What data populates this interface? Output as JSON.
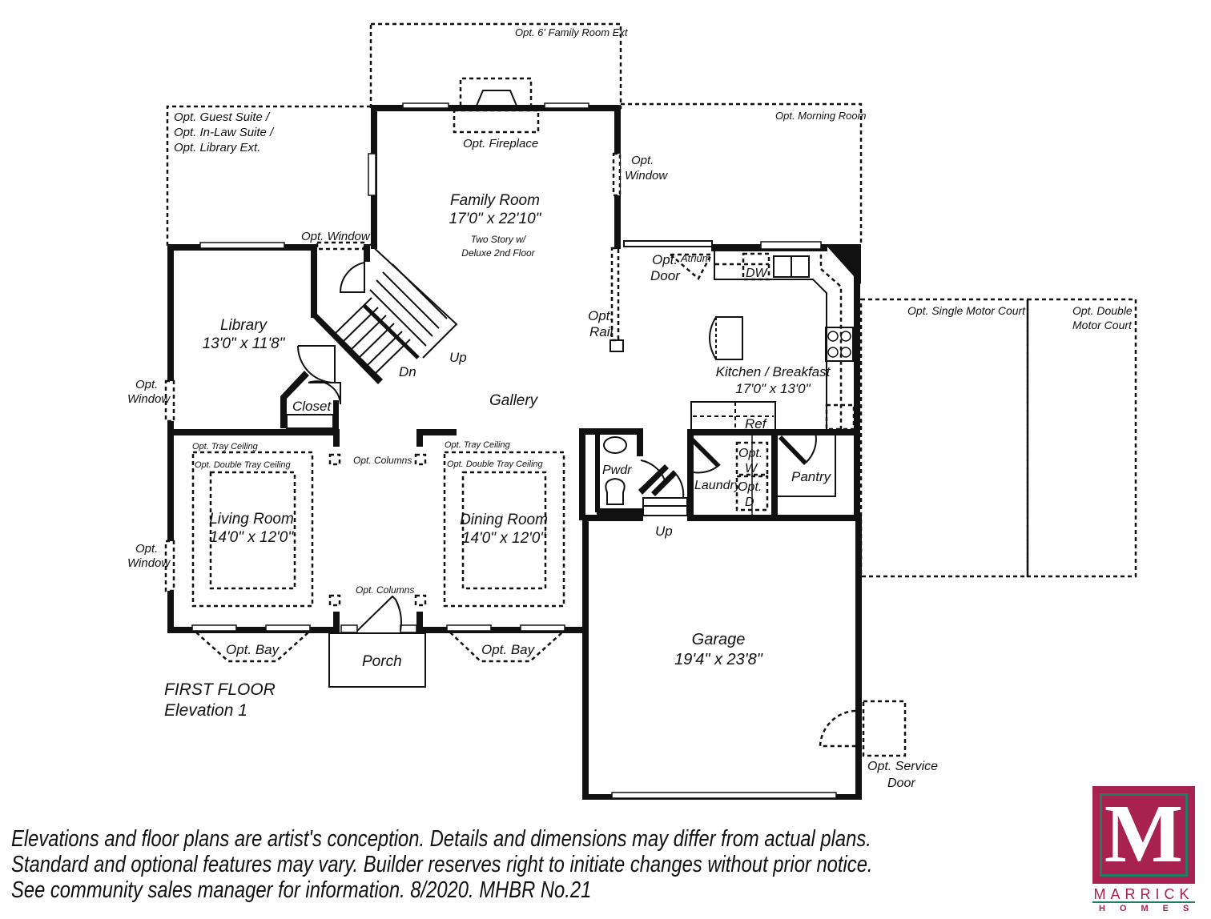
{
  "rooms": {
    "family_ext": "Opt. 6' Family Room  Ext",
    "guest_suite": [
      "Opt. Guest Suite /",
      "Opt. In-Law Suite /",
      "Opt. Library Ext."
    ],
    "fireplace": "Opt. Fireplace",
    "family_room": {
      "name": "Family Room",
      "dims": "17'0\" x 22'10\"",
      "note1": "Two Story w/",
      "note2": "Deluxe 2nd Floor"
    },
    "morning_room": "Opt. Morning Room",
    "opt_window_family": [
      "Opt.",
      "Window"
    ],
    "opt_window_top": "Opt. Window",
    "library": {
      "name": "Library",
      "dims": "13'0\" x 11'8\""
    },
    "opt_window_library": [
      "Opt.",
      "Window"
    ],
    "closet": "Closet",
    "stairs_up": "Up",
    "stairs_dn": "Dn",
    "gallery": "Gallery",
    "opt_rail": [
      "Opt.",
      "Rail"
    ],
    "opt_door": [
      "Opt.",
      "Door"
    ],
    "atrium": "Atrium",
    "dw": "DW",
    "kitchen": {
      "name": "Kitchen / Breakfast",
      "dims": "17'0\" x 13'0\""
    },
    "ref": "Ref",
    "single_motor_court": "Opt. Single Motor Court",
    "double_motor_court": [
      "Opt. Double",
      "Motor Court"
    ],
    "living_tray": "Opt. Tray Ceiling",
    "living_double_tray": "Opt. Double Tray Ceiling",
    "living_room": {
      "name": "Living Room",
      "dims": "14'0\" x 12'0\""
    },
    "opt_columns_top": "Opt. Columns",
    "opt_columns_bottom": "Opt. Columns",
    "dining_tray": "Opt. Tray Ceiling",
    "dining_double_tray": "Opt. Double Tray Ceiling",
    "dining_room": {
      "name": "Dining Room",
      "dims": "14'0\" x 12'0\""
    },
    "pwdr": "Pwdr",
    "garage_up": "Up",
    "laundry": "Laundry",
    "opt_w": [
      "Opt.",
      "W"
    ],
    "opt_d": [
      "Opt.",
      "D"
    ],
    "pantry": "Pantry",
    "opt_window_living": [
      "Opt.",
      "Window"
    ],
    "opt_bay_left": "Opt. Bay",
    "porch": "Porch",
    "opt_bay_right": "Opt. Bay",
    "garage": {
      "name": "Garage",
      "dims": "19'4\" x 23'8\""
    },
    "service_door": [
      "Opt.  Service",
      "Door"
    ]
  },
  "plan_title": [
    "FIRST FLOOR",
    "Elevation 1"
  ],
  "disclaimer": [
    "Elevations and floor plans are artist's conception. Details and dimensions may differ from actual plans.",
    "Standard and optional features may vary. Builder reserves right to initiate changes without prior notice.",
    "See community sales manager for information. 8/2020. MHBR No.21"
  ],
  "logo": {
    "letter": "M",
    "name": "MARRICK",
    "sub": "HOMES",
    "brand_color": "#a8224f",
    "accent_color": "#1f7d63"
  }
}
